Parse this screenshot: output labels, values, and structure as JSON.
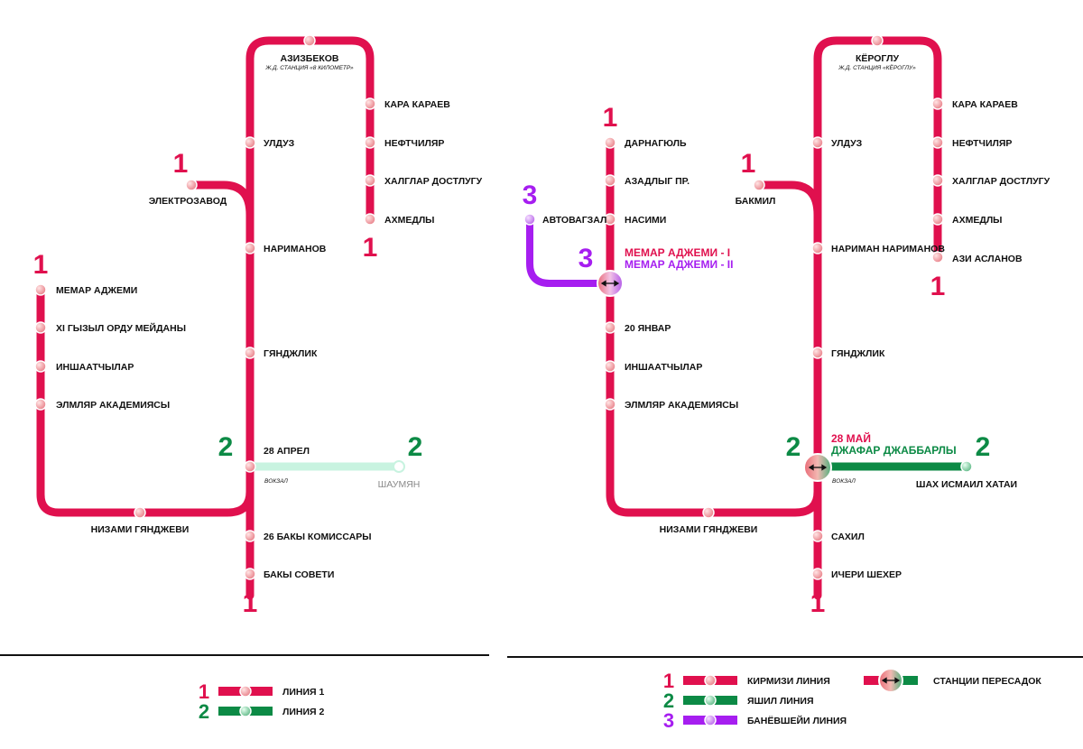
{
  "colors": {
    "line1": "#e0104e",
    "line2": "#0c8a45",
    "line2_planned": "#c8f3e0",
    "line3": "#a61ef0",
    "station_fill": "#f4a8a8",
    "station_stroke": "#ffffff",
    "text": "#111111",
    "divider": "#111111"
  },
  "old_map": {
    "line1_labels": [
      "1",
      "1",
      "1",
      "1"
    ],
    "line2_labels": [
      "2",
      "2"
    ],
    "stations": {
      "azizbekov": "АЗИЗБЕКОВ",
      "azizbekov_sub": "Ж.Д. СТАНЦИЯ «8 КИЛОМЕТР»",
      "kara_karaev": "КАРА КАРАЕВ",
      "neftchilyar": "НЕФТЧИЛЯР",
      "khalglar_dostlugu": "ХАЛГЛАР ДОСТЛУГУ",
      "akhmedly": "АХМЕДЛЫ",
      "ulduz": "УЛДУЗ",
      "elektrozavod": "ЭЛЕКТРОЗАВОД",
      "narimanov": "НАРИМАНОВ",
      "memar_adzhemi": "МЕМАР АДЖЕМИ",
      "xi_gyzyl": "XI ГЫЗЫЛ ОРДУ МЕЙДАНЫ",
      "inshaatchylar": "ИНШААТЧЫЛАР",
      "elmlyar": "ЭЛМЛЯР АКАДЕМИЯСЫ",
      "gyandzhlik": "ГЯНДЖЛИК",
      "aprel_28": "28 АПРЕЛ",
      "vokzal": "ВОКЗАЛ",
      "shaumyan": "ШАУМЯН",
      "nizami": "НИЗАМИ ГЯНДЖЕВИ",
      "bakinskih_komissarov": "26 БАКЫ КОМИССАРЫ",
      "baky_soveti": "БАКЫ СОВЕТИ"
    },
    "legend": {
      "line1_num": "1",
      "line1_label": "ЛИНИЯ 1",
      "line2_num": "2",
      "line2_label": "ЛИНИЯ 2"
    }
  },
  "new_map": {
    "line1_labels": [
      "1",
      "1",
      "1",
      "1"
    ],
    "line2_labels": [
      "2",
      "2"
    ],
    "line3_labels": [
      "3",
      "3"
    ],
    "stations": {
      "koroglu": "КЁРОГЛУ",
      "koroglu_sub": "Ж.Д. СТАНЦИЯ «КЁРОГЛУ»",
      "kara_karaev": "КАРА КАРАЕВ",
      "neftchilyar": "НЕФТЧИЛЯР",
      "khalglar_dostlugu": "ХАЛГЛАР ДОСТЛУГУ",
      "akhmedly": "АХМЕДЛЫ",
      "azi_aslanov": "АЗИ АСЛАНОВ",
      "ulduz": "УЛДУЗ",
      "bakmil": "БАКМИЛ",
      "nariman_narimanov": "НАРИМАН НАРИМАНОВ",
      "darnagyul": "ДАРНАГЮЛЬ",
      "azadlyg": "АЗАДЛЫГ ПР.",
      "nasimi": "НАСИМИ",
      "avtovagzal": "АВТОВАГЗАЛ",
      "memar_1": "МЕМАР АДЖЕМИ - I",
      "memar_2": "МЕМАР АДЖЕМИ - II",
      "yanvar_20": "20 ЯНВАР",
      "inshaatchylar": "ИНШААТЧЫЛАР",
      "elmlyar": "ЭЛМЛЯР АКАДЕМИЯСЫ",
      "gyandzhlik": "ГЯНДЖЛИК",
      "may_28": "28 МАЙ",
      "dzhafar": "ДЖАФАР ДЖАББАРЛЫ",
      "vokzal": "ВОКЗАЛ",
      "shah_ismail": "ШАХ ИСМАИЛ ХАТАИ",
      "nizami": "НИЗАМИ ГЯНДЖЕВИ",
      "sahil": "САХИЛ",
      "icheri_sheher": "ИЧЕРИ ШЕХЕР"
    },
    "legend": {
      "red_num": "1",
      "red_label": "КИРМИЗИ ЛИНИЯ",
      "green_num": "2",
      "green_label": "ЯШИЛ ЛИНИЯ",
      "purple_num": "3",
      "purple_label": "БАНЁВШЕЙИ ЛИНИЯ",
      "transfer_label": "СТАНЦИИ ПЕРЕСАДОК"
    }
  }
}
